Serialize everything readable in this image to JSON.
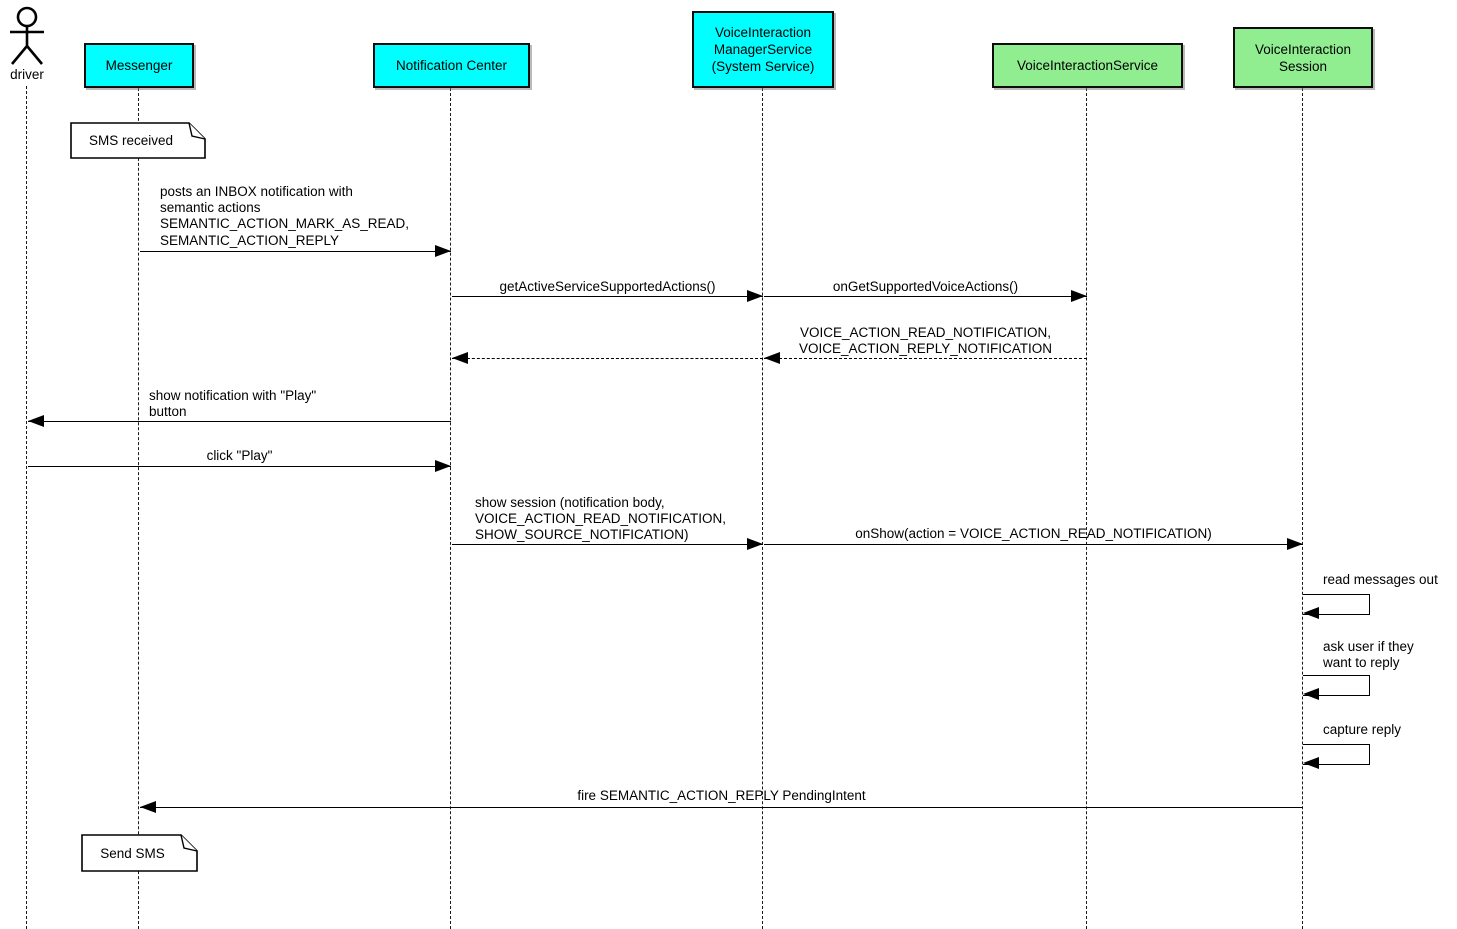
{
  "diagram_type": "uml-sequence",
  "actor": {
    "label": "driver"
  },
  "participants": [
    {
      "label": "Messenger",
      "fill": "#00FFFF"
    },
    {
      "label": "Notification Center",
      "fill": "#00FFFF"
    },
    {
      "label": "VoiceInteraction\nManagerService\n(System Service)",
      "fill": "#00FFFF"
    },
    {
      "label": "VoiceInteractionService",
      "fill": "#90EE90"
    },
    {
      "label": "VoiceInteraction\nSession",
      "fill": "#90EE90"
    }
  ],
  "notes": [
    {
      "attached_to": "Messenger",
      "label": "SMS received"
    },
    {
      "attached_to": "Messenger",
      "label": "Send SMS"
    }
  ],
  "messages": [
    {
      "from": "Messenger",
      "to": "Notification Center",
      "style": "solid",
      "label": "posts an INBOX notification with\nsemantic actions\nSEMANTIC_ACTION_MARK_AS_READ,\nSEMANTIC_ACTION_REPLY"
    },
    {
      "from": "Notification Center",
      "to": "VoiceInteractionManagerService",
      "style": "solid",
      "label": "getActiveServiceSupportedActions()"
    },
    {
      "from": "VoiceInteractionManagerService",
      "to": "VoiceInteractionService",
      "style": "solid",
      "label": "onGetSupportedVoiceActions()"
    },
    {
      "from": "VoiceInteractionService",
      "to": "VoiceInteractionManagerService",
      "style": "dashed",
      "label": "VOICE_ACTION_READ_NOTIFICATION,\nVOICE_ACTION_REPLY_NOTIFICATION"
    },
    {
      "from": "VoiceInteractionManagerService",
      "to": "Notification Center",
      "style": "dashed",
      "label": ""
    },
    {
      "from": "Notification Center",
      "to": "driver",
      "style": "solid",
      "label": "show notification with \"Play\"\nbutton"
    },
    {
      "from": "driver",
      "to": "Notification Center",
      "style": "solid",
      "label": "click \"Play\""
    },
    {
      "from": "Notification Center",
      "to": "VoiceInteractionManagerService",
      "style": "solid",
      "label": "show session (notification body,\nVOICE_ACTION_READ_NOTIFICATION,\nSHOW_SOURCE_NOTIFICATION)"
    },
    {
      "from": "VoiceInteractionManagerService",
      "to": "VoiceInteractionSession",
      "style": "solid",
      "label": "onShow(action = VOICE_ACTION_READ_NOTIFICATION)"
    },
    {
      "from": "VoiceInteractionSession",
      "to": "VoiceInteractionSession",
      "style": "self",
      "label": "read messages out"
    },
    {
      "from": "VoiceInteractionSession",
      "to": "VoiceInteractionSession",
      "style": "self",
      "label": "ask user if they\nwant to reply"
    },
    {
      "from": "VoiceInteractionSession",
      "to": "VoiceInteractionSession",
      "style": "self",
      "label": "capture reply"
    },
    {
      "from": "VoiceInteractionSession",
      "to": "Messenger",
      "style": "solid",
      "label": "fire SEMANTIC_ACTION_REPLY PendingIntent"
    }
  ],
  "colors": {
    "participant_cyan": "#00FFFF",
    "participant_green": "#90EE90",
    "line": "#000000",
    "background": "#FFFFFF"
  }
}
